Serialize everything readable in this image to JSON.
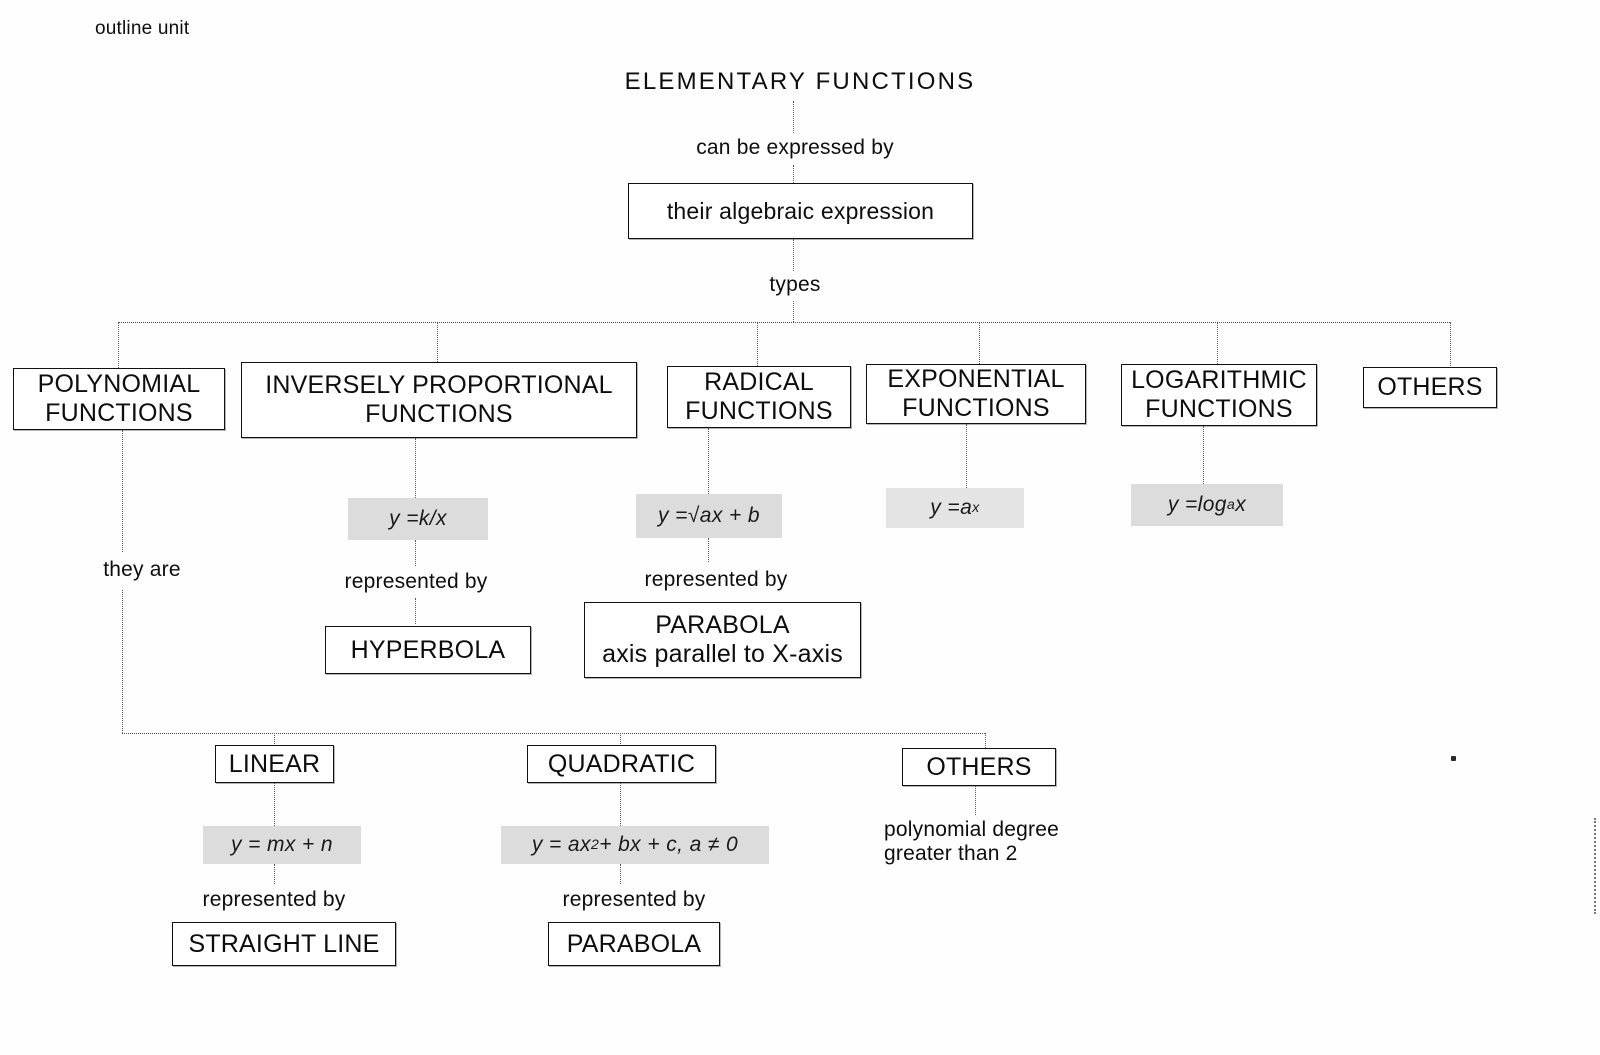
{
  "diagram": {
    "corner_note": "outline unit",
    "title": "ELEMENTARY FUNCTIONS",
    "connector_labels": {
      "can_be_expressed_by": "can be expressed by",
      "types": "types",
      "they_are": "they are",
      "represented_by_hyperbola": "represented by",
      "represented_by_parabola_x": "represented by",
      "represented_by_straight_line": "represented by",
      "represented_by_parabola": "represented by"
    },
    "root_box": "their algebraic expression",
    "types": [
      {
        "id": "polynomial",
        "line1": "POLYNOMIAL",
        "line2": "FUNCTIONS"
      },
      {
        "id": "inversely",
        "line1": "INVERSELY PROPORTIONAL",
        "line2": "FUNCTIONS"
      },
      {
        "id": "radical",
        "line1": "RADICAL",
        "line2": "FUNCTIONS"
      },
      {
        "id": "exponential",
        "line1": "EXPONENTIAL",
        "line2": "FUNCTIONS"
      },
      {
        "id": "logarithmic",
        "line1": "LOGARITHMIC",
        "line2": "FUNCTIONS"
      },
      {
        "id": "others_top",
        "line1": "OTHERS",
        "line2": ""
      }
    ],
    "formulas": {
      "inversely": {
        "lhs": "y = ",
        "rhs": "k/x"
      },
      "radical": {
        "lhs": "y = ",
        "rhs": "√ax + b"
      },
      "exponential": {
        "lhs": "y = ",
        "base": "a",
        "exp": "x"
      },
      "logarithmic": {
        "lhs": "y = ",
        "fn": "log",
        "sub": "a",
        "arg": " x"
      },
      "linear": {
        "text": "y = mx + n"
      },
      "quadratic": {
        "lhs": "y = ax",
        "exp": "2",
        "rhs": " + bx + c,  a ≠ 0"
      }
    },
    "representations": {
      "hyperbola": "HYPERBOLA",
      "parabola_x_line1": "PARABOLA",
      "parabola_x_line2": "axis parallel to X-axis",
      "straight_line": "STRAIGHT LINE",
      "parabola": "PARABOLA"
    },
    "polynomial_children": [
      {
        "id": "linear",
        "label": "LINEAR"
      },
      {
        "id": "quadratic",
        "label": "QUADRATIC"
      },
      {
        "id": "others_poly",
        "label": "OTHERS"
      }
    ],
    "others_poly_note_line1": "polynomial degree",
    "others_poly_note_line2": "greater than 2",
    "colors": {
      "ink": "#0d0d0d",
      "connector": "#575757",
      "formula_fill": "#dcdcdc",
      "page": "#fefefe"
    }
  }
}
